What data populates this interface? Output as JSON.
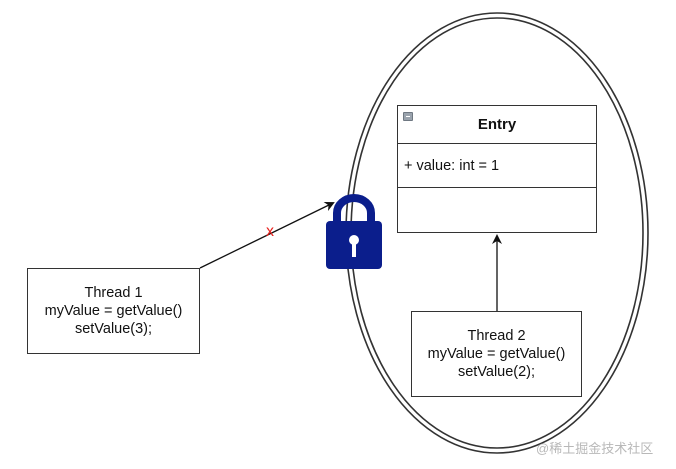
{
  "diagram": {
    "entry_class": {
      "name": "Entry",
      "attributes": [
        "+ value: int = 1"
      ],
      "methods": []
    },
    "thread1": {
      "lines": [
        "Thread 1",
        "myValue = getValue()",
        "setValue(3);"
      ]
    },
    "thread2": {
      "lines": [
        "Thread 2",
        "myValue = getValue()",
        "setValue(2);"
      ]
    },
    "blocked_marker": "x",
    "colors": {
      "lock": "#0b1e8c",
      "blocked_marker": "#e8201c",
      "stroke": "#333333"
    }
  },
  "watermark": "@稀土掘金技术社区"
}
